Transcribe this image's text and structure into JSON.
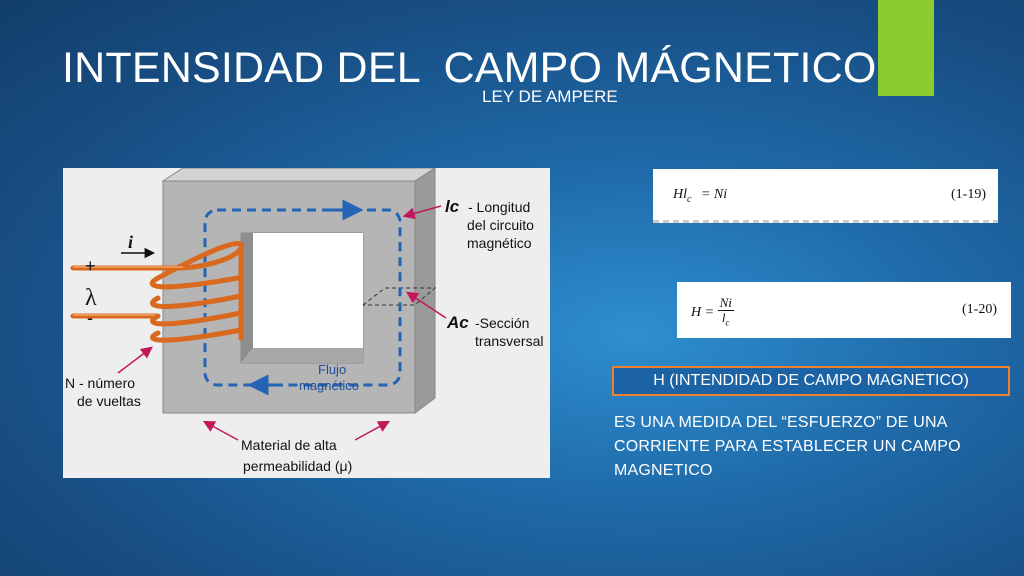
{
  "slide": {
    "title": "INTENSIDAD DEL  CAMPO MÁGNETICO",
    "subtitle": "LEY DE AMPERE",
    "accent_color": "#8ccc2f",
    "background_color": "#1f6aa9"
  },
  "figure": {
    "current_symbol": "i",
    "plus": "+",
    "lambda": "λ",
    "minus": "-",
    "lc_symbol": "lc",
    "lc_text": [
      "- Longitud",
      "del circuito",
      "magnético"
    ],
    "ac_symbol": "Ac",
    "ac_text": [
      "-Sección",
      "transversal"
    ],
    "flux_text": [
      "Flujo",
      "magnético"
    ],
    "turns_text": [
      "N - número",
      "de vueltas"
    ],
    "material_text": [
      "Material de alta",
      "permeabilidad (μ)"
    ],
    "core_color": "#b5b5b5",
    "coil_color": "#d9691e",
    "flux_color": "#2464b4"
  },
  "equations": [
    {
      "lhs": "Hl",
      "sub": "c",
      "rhs": "= Ni",
      "number": "(1-19)"
    },
    {
      "lhs": "H =",
      "num": "Ni",
      "den_main": "l",
      "den_sub": "c",
      "number": "(1-20)"
    }
  ],
  "definition": {
    "label": "H (INTENDIDAD DE CAMPO MAGNETICO)",
    "label_border_color": "#f0812b",
    "description": "ES UNA MEDIDA DEL “ESFUERZO” DE UNA CORRIENTE PARA ESTABLECER UN CAMPO MAGNETICO"
  }
}
